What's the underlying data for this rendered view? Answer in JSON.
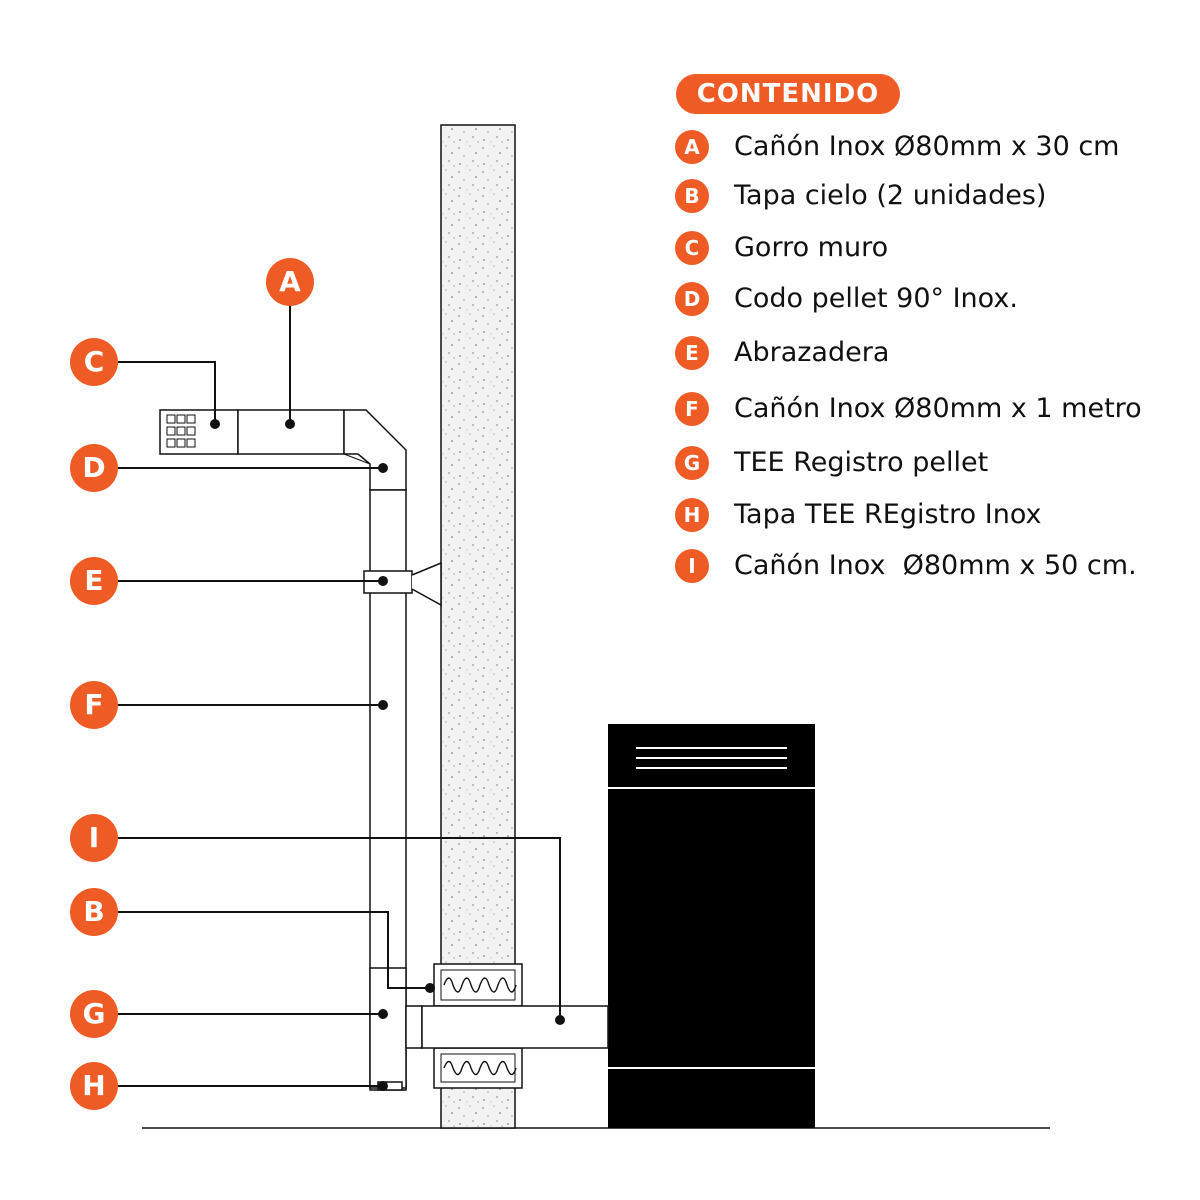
{
  "legend": {
    "title": "CONTENIDO",
    "items": [
      {
        "letter": "A",
        "text": "Cañón Inox Ø80mm x 30 cm"
      },
      {
        "letter": "B",
        "text": "Tapa cielo (2 unidades)"
      },
      {
        "letter": "C",
        "text": "Gorro muro"
      },
      {
        "letter": "D",
        "text": "Codo pellet 90° Inox."
      },
      {
        "letter": "E",
        "text": "Abrazadera"
      },
      {
        "letter": "F",
        "text": "Cañón Inox Ø80mm x 1 metro"
      },
      {
        "letter": "G",
        "text": "TEE Registro pellet"
      },
      {
        "letter": "H",
        "text": "Tapa TEE REgistro Inox"
      },
      {
        "letter": "I",
        "text": "Cañón Inox  Ø80mm x 50 cm."
      }
    ]
  },
  "callouts": {
    "a": "A",
    "b": "B",
    "c": "C",
    "d": "D",
    "e": "E",
    "f": "F",
    "g": "G",
    "h": "H",
    "i": "I"
  },
  "colors": {
    "accent": "#EF5B25",
    "line": "#111111",
    "stove": "#000000"
  }
}
